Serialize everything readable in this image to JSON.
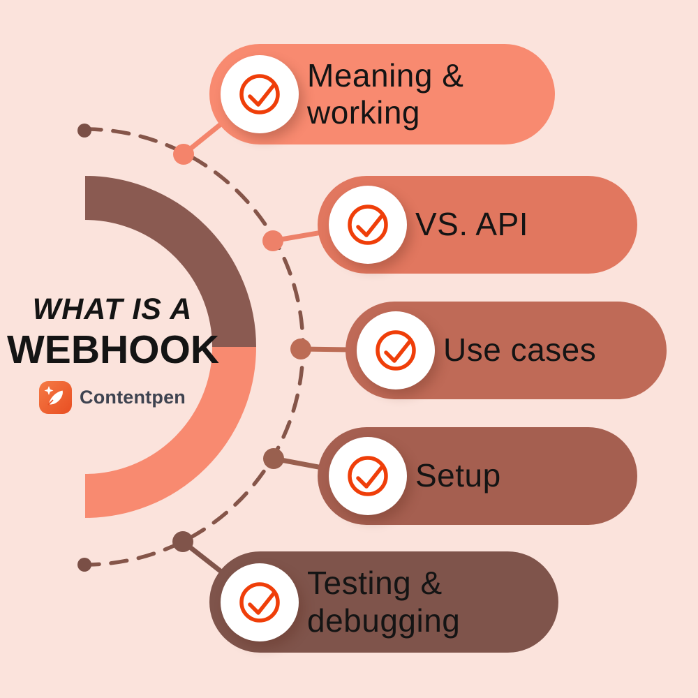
{
  "title": {
    "line1": "WHAT IS A",
    "line2": "WEBHOOK"
  },
  "brand": {
    "name": "Contentpen"
  },
  "items": [
    {
      "label": "Meaning &\nworking",
      "color": "#F88A70",
      "dot_color": "#F4846B"
    },
    {
      "label": "VS. API",
      "color": "#E1775F",
      "dot_color": "#ED8169"
    },
    {
      "label": "Use cases",
      "color": "#BF6A57",
      "dot_color": "#BC6C55"
    },
    {
      "label": "Setup",
      "color": "#A55F50",
      "dot_color": "#99604F"
    },
    {
      "label": "Testing &\ndebugging",
      "color": "#7F544B",
      "dot_color": "#80544A"
    }
  ],
  "colors": {
    "background": "#FBE3DC",
    "check": "#EF3E09",
    "arc_top": "#8A5A51",
    "arc_bottom": "#F88A70",
    "dashed_ring": "#855549",
    "end_dot": "#7A4F46",
    "logo_orange_light": "#F57A45",
    "logo_orange_dark": "#E84E22"
  }
}
